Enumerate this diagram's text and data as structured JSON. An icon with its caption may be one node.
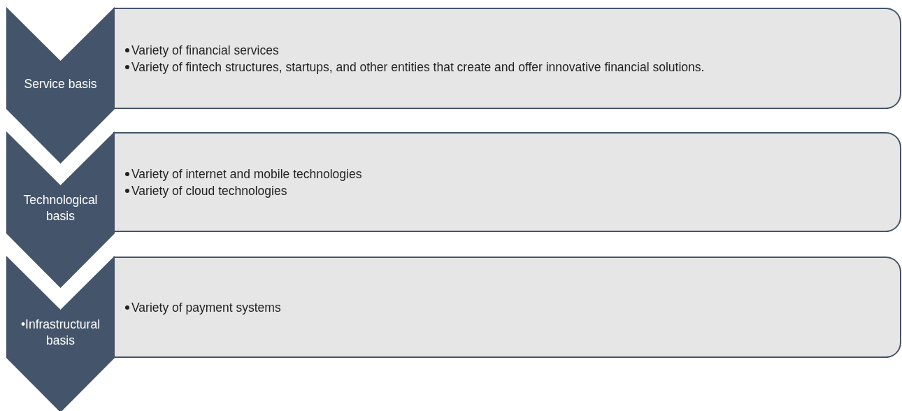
{
  "diagram": {
    "nodes": [
      {
        "text": [
          "Service basis"
        ]
      },
      {
        "text": [
          "Variety of financial services",
          "Variety of fintech structures, startups, and other entities that create and offer innovative financial solutions."
        ]
      },
      {
        "text": [
          "Technological basis"
        ]
      },
      {
        "text": [
          "Variety of internet and mobile technologies",
          "Variety of cloud technologies"
        ]
      },
      {
        "text": [
          "•Infrastructural basis"
        ]
      },
      {
        "text": [
          "Variety of payment systems"
        ]
      }
    ]
  }
}
